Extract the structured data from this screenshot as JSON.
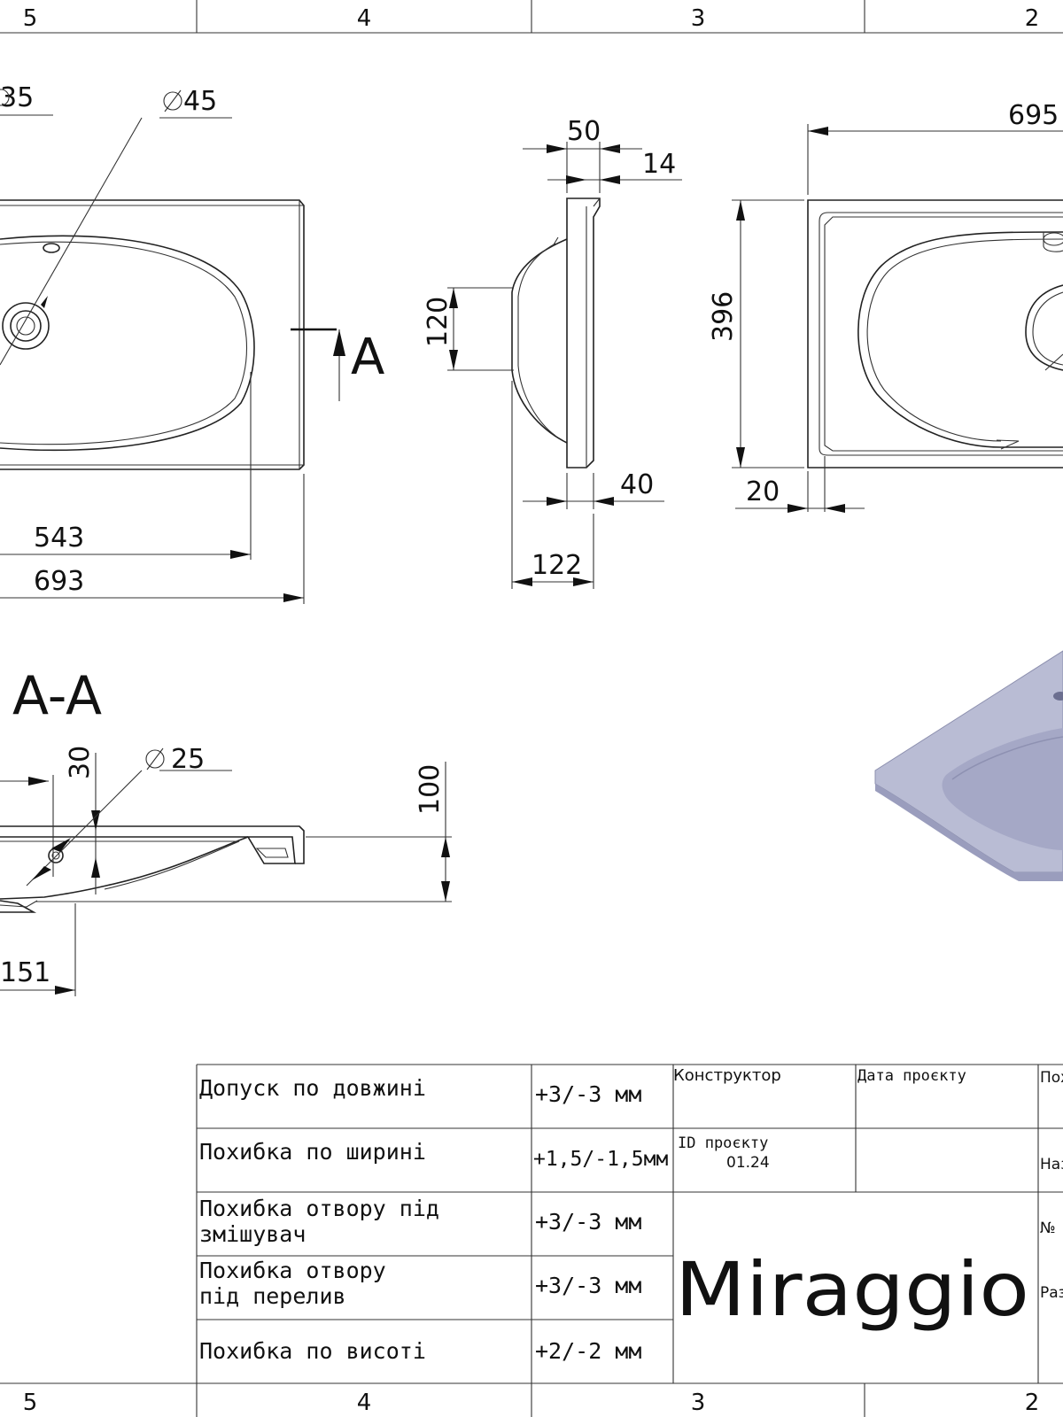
{
  "frame": {
    "zones_top": [
      "5",
      "4",
      "3",
      "2"
    ],
    "zones_bottom": [
      "5",
      "4",
      "3",
      "2"
    ]
  },
  "dims": {
    "d35": "35",
    "d45": "45",
    "d543": "543",
    "d693": "693",
    "section_mark": "A",
    "d50": "50",
    "d14": "14",
    "d120": "120",
    "d40": "40",
    "d122": "122",
    "d695": "695",
    "d396": "396",
    "d20": "20",
    "section_title": "A-A",
    "d30": "30",
    "d25": "25",
    "d100": "100",
    "d151": "151"
  },
  "title_block": {
    "tolerances": [
      {
        "label": "Допуск по довжині",
        "value": "+3/-3 мм"
      },
      {
        "label": "Похибка по ширині",
        "value": "+1,5/-1,5мм"
      },
      {
        "label": "Похибка отвору під змішувач",
        "value": "+3/-3 мм"
      },
      {
        "label": "Похибка отвору під перелив",
        "value": "+3/-3 мм"
      },
      {
        "label": "Похибка по висоті",
        "value": "+2/-2 мм"
      }
    ],
    "designer_label": "Конструктор",
    "date_label": "Дата проєкту",
    "id_label": "ID проєкту",
    "id_value": "01.24",
    "brand": "Miraggio",
    "cut_labels": [
      "Пох",
      "Наз",
      "№",
      "Раз"
    ]
  },
  "colors": {
    "line": "#222222",
    "render_fill": "#b9bcd4",
    "render_shade": "#9a9dbd"
  }
}
